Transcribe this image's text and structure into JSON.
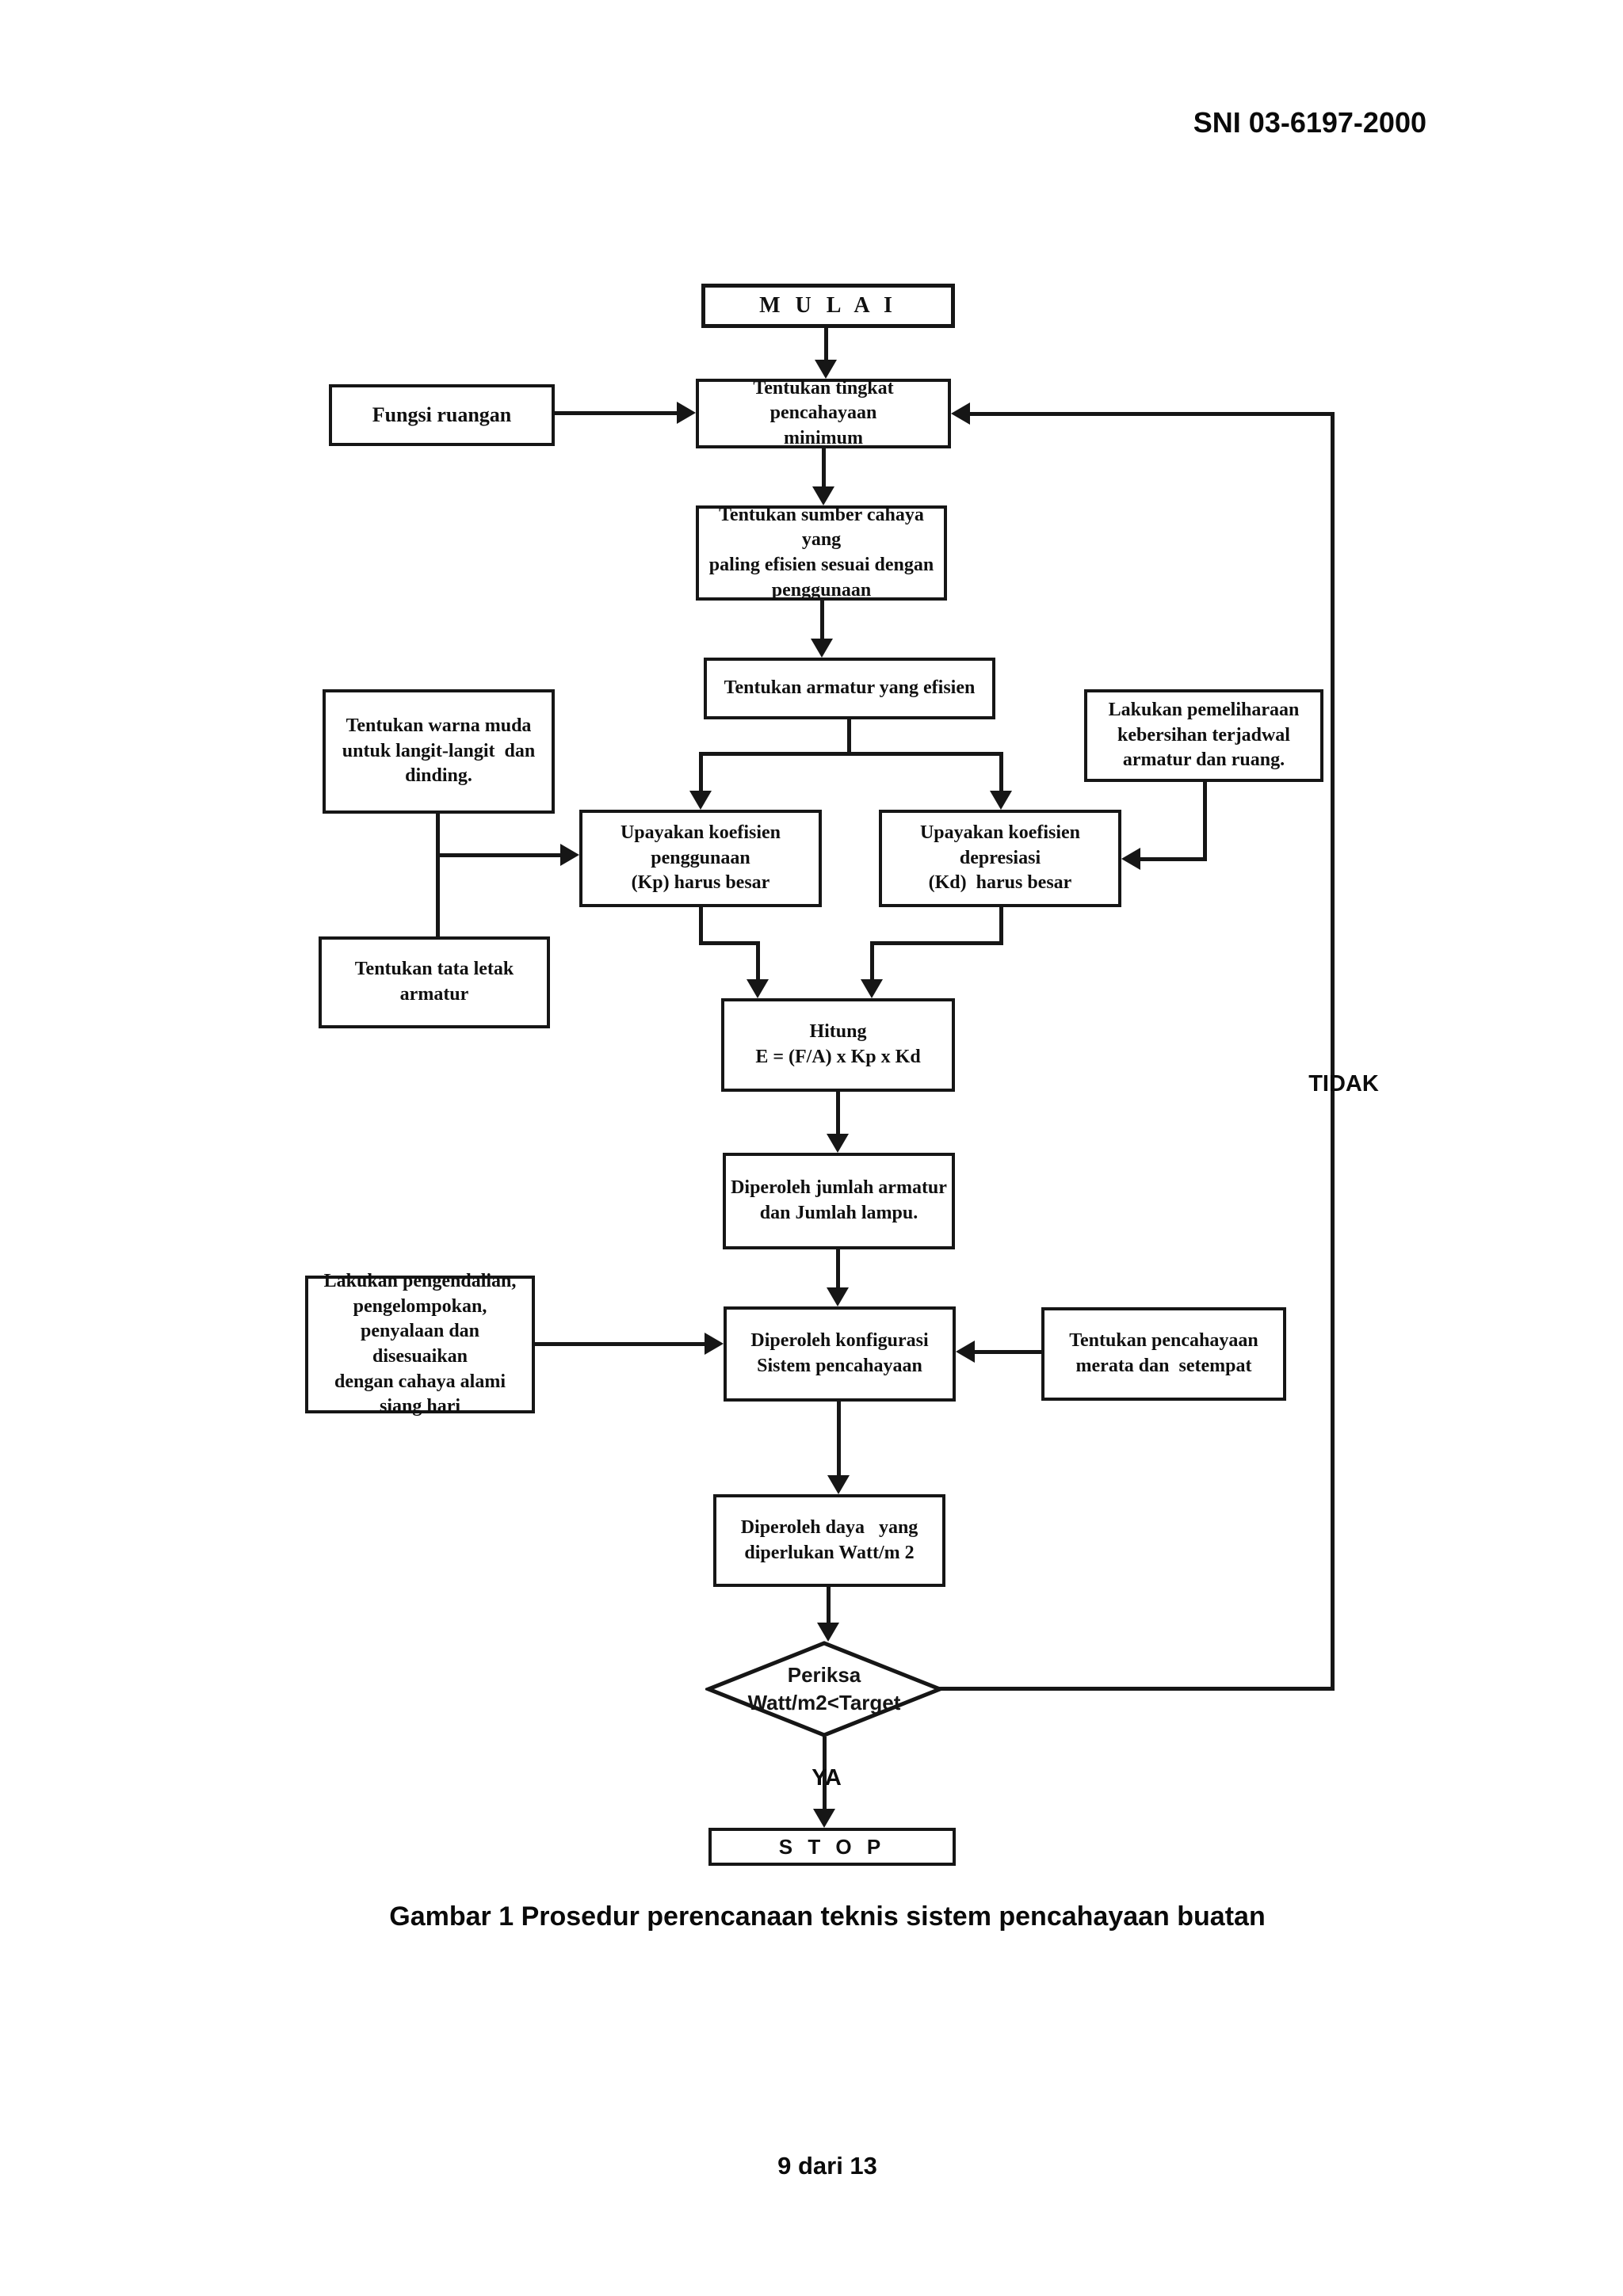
{
  "document": {
    "reference": "SNI 03-6197-2000",
    "caption": "Gambar 1 Prosedur perencanaan teknis sistem pencahayaan buatan",
    "page_number": "9 dari 13"
  },
  "colors": {
    "ink": "#161616",
    "paper": "#ffffff"
  },
  "flowchart": {
    "nodes": {
      "mulai": {
        "label": "M U L A I"
      },
      "fungsi_ruangan": {
        "label": "Fungsi ruangan"
      },
      "tingkat_pencahayaan": {
        "label": "Tentukan tingkat pencahayaan\nminimum"
      },
      "sumber_cahaya": {
        "label": "Tentukan sumber cahaya yang\npaling efisien sesuai dengan\npenggunaan"
      },
      "armatur_efisien": {
        "label": "Tentukan armatur yang efisien"
      },
      "warna_muda": {
        "label": "Tentukan warna muda\nuntuk langit-langit  dan\ndinding."
      },
      "pemeliharaan": {
        "label": "Lakukan pemeliharaan\nkebersihan terjadwal\narmatur dan ruang."
      },
      "koefisien_penggunaan": {
        "label": "Upayakan koefisien\npenggunaan\n(Kp) harus besar"
      },
      "koefisien_depresiasi": {
        "label": "Upayakan koefisien\ndepresiasi\n(Kd)  harus besar"
      },
      "tata_letak": {
        "label": "Tentukan tata letak\narmatur"
      },
      "hitung": {
        "label": "Hitung\nE = (F/A) x Kp x Kd"
      },
      "jumlah_armatur": {
        "label": "Diperoleh jumlah armatur\ndan Jumlah lampu."
      },
      "pengendalian": {
        "label": "Lakukan pengendalian,\npengelompokan,\npenyalaan dan disesuaikan\ndengan cahaya alami\nsiang hari"
      },
      "konfigurasi": {
        "label": "Diperoleh konfigurasi\nSistem pencahayaan"
      },
      "pencahayaan_merata": {
        "label": "Tentukan pencahayaan\nmerata dan  setempat"
      },
      "daya": {
        "label": "Diperoleh daya   yang\ndiperlukan Watt/m 2"
      },
      "periksa": {
        "label": "Periksa\nWatt/m2<Target"
      },
      "stop": {
        "label": "S T O P"
      }
    },
    "edge_labels": {
      "yes": "YA",
      "no": "TIDAK"
    }
  }
}
